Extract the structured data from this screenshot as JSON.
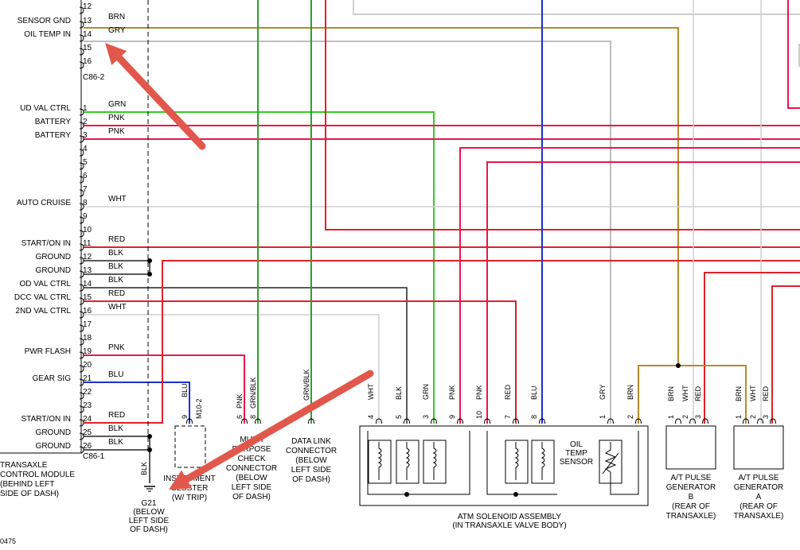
{
  "colors": {
    "BRN": "#b58a2a",
    "GRY": "#bdbdbd",
    "GRN": "#33cc22",
    "PNK": "#e8174b",
    "RED": "#e0202a",
    "WHT": "#cfcfcf",
    "BLK": "#222222",
    "BLU": "#1a2fd0",
    "GRN/BLK": "#2e9e2e",
    "arrow": "#e2574c"
  },
  "module": {
    "top_pins": [
      {
        "num": "12",
        "signal": "",
        "wire": ""
      },
      {
        "num": "13",
        "signal": "SENSOR GND",
        "wire": "BRN"
      },
      {
        "num": "14",
        "signal": "OIL TEMP IN",
        "wire": "GRY"
      },
      {
        "num": "15",
        "signal": "",
        "wire": ""
      },
      {
        "num": "16",
        "signal": "",
        "wire": ""
      }
    ],
    "top_connector": "C86-2",
    "pins": [
      {
        "num": "1",
        "signal": "UD VAL CTRL",
        "wire": "GRN"
      },
      {
        "num": "2",
        "signal": "BATTERY",
        "wire": "PNK"
      },
      {
        "num": "3",
        "signal": "BATTERY",
        "wire": "PNK"
      },
      {
        "num": "4",
        "signal": "",
        "wire": ""
      },
      {
        "num": "5",
        "signal": "",
        "wire": ""
      },
      {
        "num": "6",
        "signal": "",
        "wire": ""
      },
      {
        "num": "7",
        "signal": "",
        "wire": ""
      },
      {
        "num": "8",
        "signal": "AUTO CRUISE",
        "wire": "WHT"
      },
      {
        "num": "9",
        "signal": "",
        "wire": ""
      },
      {
        "num": "10",
        "signal": "",
        "wire": ""
      },
      {
        "num": "11",
        "signal": "START/ON IN",
        "wire": "RED"
      },
      {
        "num": "12",
        "signal": "GROUND",
        "wire": "BLK"
      },
      {
        "num": "13",
        "signal": "GROUND",
        "wire": "BLK"
      },
      {
        "num": "14",
        "signal": "OD VAL CTRL",
        "wire": "BLK"
      },
      {
        "num": "15",
        "signal": "DCC VAL CTRL",
        "wire": "RED"
      },
      {
        "num": "16",
        "signal": "2ND VAL CTRL",
        "wire": "WHT"
      },
      {
        "num": "17",
        "signal": "",
        "wire": ""
      },
      {
        "num": "18",
        "signal": "",
        "wire": ""
      },
      {
        "num": "19",
        "signal": "PWR FLASH",
        "wire": "PNK"
      },
      {
        "num": "20",
        "signal": "",
        "wire": ""
      },
      {
        "num": "21",
        "signal": "GEAR SIG",
        "wire": "BLU"
      },
      {
        "num": "22",
        "signal": "",
        "wire": ""
      },
      {
        "num": "23",
        "signal": "",
        "wire": ""
      },
      {
        "num": "24",
        "signal": "START/ON IN",
        "wire": "RED"
      },
      {
        "num": "25",
        "signal": "GROUND",
        "wire": "BLK"
      },
      {
        "num": "26",
        "signal": "GROUND",
        "wire": "BLK"
      }
    ],
    "bottom_connector": "C86-1",
    "name_lines": [
      "TRANSAXLE",
      "CONTROL MODULE",
      "(BEHIND LEFT",
      "SIDE OF DASH)"
    ]
  },
  "ground": {
    "wire": "BLK",
    "name_lines": [
      "G21",
      "(BELOW",
      "LEFT SIDE",
      "OF DASH)"
    ]
  },
  "cluster": {
    "pin": "9",
    "connector": "M10-2",
    "wire": "BLU",
    "name_lines": [
      "INSTRUMENT",
      "CLUSTER",
      "(W/ TRIP)"
    ]
  },
  "multi_purpose": {
    "pins": [
      {
        "num": "6",
        "wire": "PNK"
      },
      {
        "num": "8",
        "wire": "GRN/BLK"
      }
    ],
    "name_lines": [
      "MULTI",
      "PURPOSE",
      "CHECK",
      "CONNECTOR",
      "(BELOW",
      "LEFT SIDE",
      "OF DASH)"
    ]
  },
  "data_link": {
    "pins": [
      {
        "num": "",
        "wire": "GRN/BLK"
      }
    ],
    "name_lines": [
      "DATA LINK",
      "CONNECTOR",
      "(BELOW",
      "LEFT SIDE",
      "OF DASH)"
    ]
  },
  "solenoid_assembly": {
    "pins": [
      {
        "num": "4",
        "wire": "WHT"
      },
      {
        "num": "5",
        "wire": "BLK"
      },
      {
        "num": "3",
        "wire": "GRN"
      },
      {
        "num": "9",
        "wire": "PNK"
      },
      {
        "num": "10",
        "wire": "PNK"
      },
      {
        "num": "7",
        "wire": "RED"
      },
      {
        "num": "8",
        "wire": "BLU"
      },
      {
        "num": "1",
        "wire": "GRY"
      },
      {
        "num": "2",
        "wire": "BRN"
      }
    ],
    "oil_temp_label": [
      "OIL",
      "TEMP",
      "SENSOR"
    ],
    "name_lines": [
      "ATM SOLENOID ASSEMBLY",
      "(IN TRANSAXLE VALVE BODY)"
    ]
  },
  "pulse_gen_b": {
    "pins": [
      {
        "num": "1",
        "wire": "BRN"
      },
      {
        "num": "2",
        "wire": "WHT"
      },
      {
        "num": "3",
        "wire": "RED"
      }
    ],
    "name_lines": [
      "A/T PULSE",
      "GENERATOR",
      "B",
      "(REAR OF",
      "TRANSAXLE)"
    ]
  },
  "pulse_gen_a": {
    "pins": [
      {
        "num": "1",
        "wire": "BRN"
      },
      {
        "num": "2",
        "wire": "WHT"
      },
      {
        "num": "3",
        "wire": "RED"
      }
    ],
    "name_lines": [
      "A/T PULSE",
      "GENERATOR",
      "A",
      "(REAR OF",
      "TRANSAXLE)"
    ]
  },
  "figure_id": "0475"
}
